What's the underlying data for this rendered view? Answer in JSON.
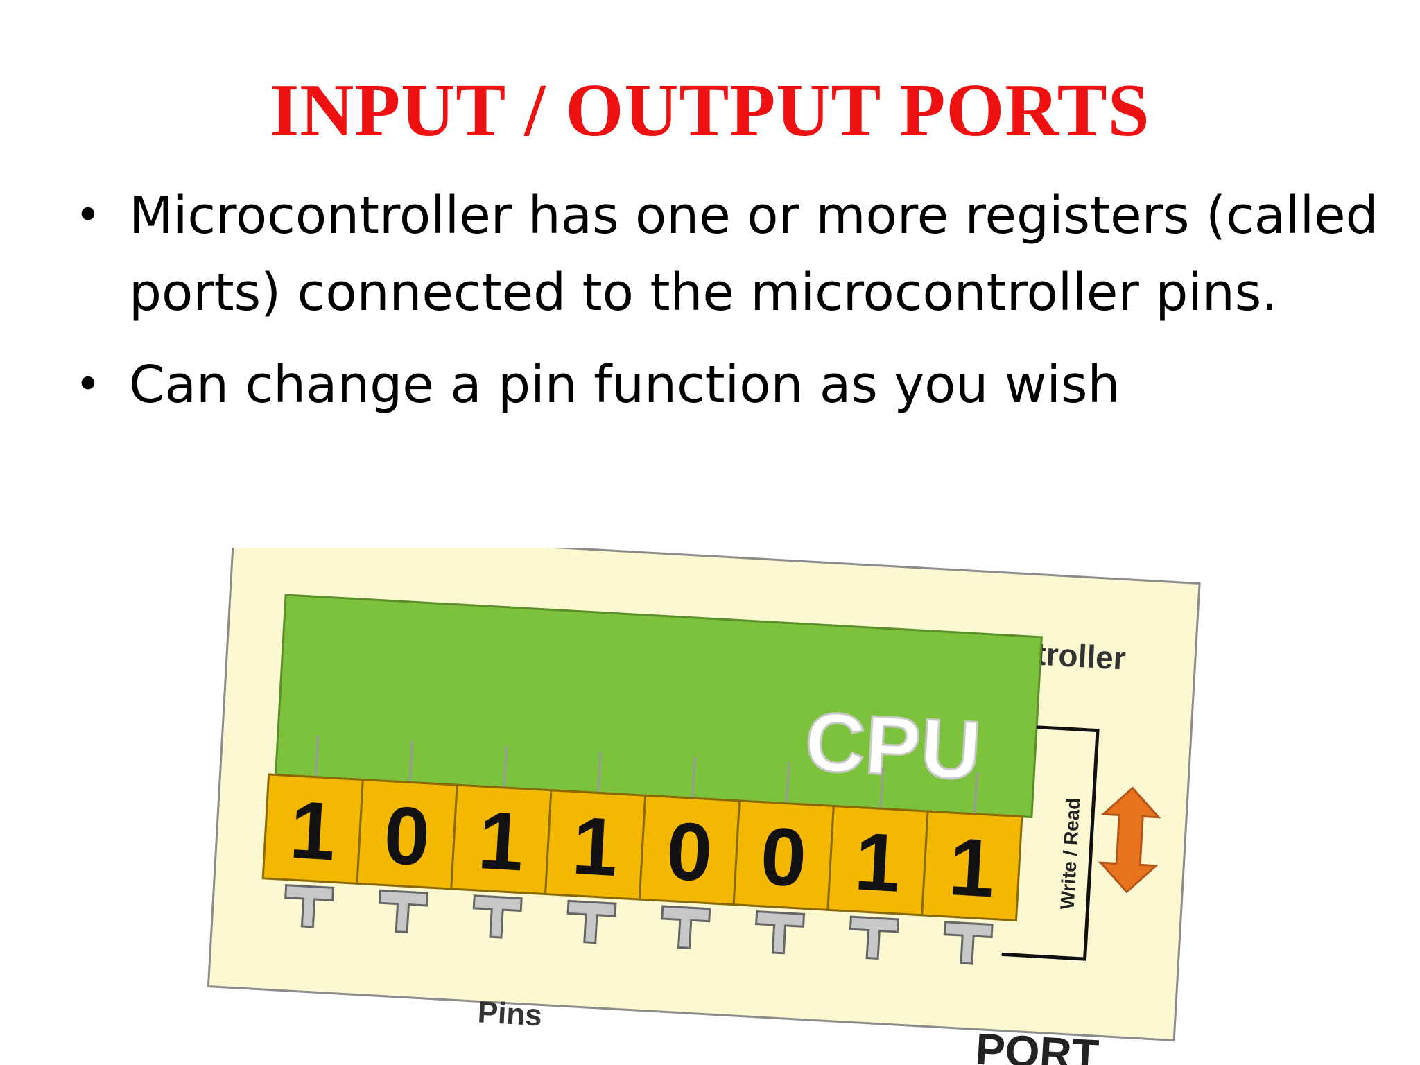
{
  "slide": {
    "title": "INPUT / OUTPUT PORTS",
    "bullets": [
      "Microcontroller has one or more registers (called ports) connected to the microcontroller pins.",
      "Can change a pin function as you wish"
    ]
  },
  "diagram": {
    "board_label": "Microcontroller",
    "cpu_label": "CPU",
    "write_read_label": "Write / Read",
    "pins_label": "Pins",
    "port_label": "PORT",
    "bits": [
      "1",
      "0",
      "1",
      "1",
      "0",
      "0",
      "1",
      "1"
    ],
    "colors": {
      "board": "#fbf8d2",
      "cpu": "#7cc23c",
      "register": "#f5b800",
      "arrow": "#e8731d",
      "pin": "#c8c8c8"
    }
  }
}
